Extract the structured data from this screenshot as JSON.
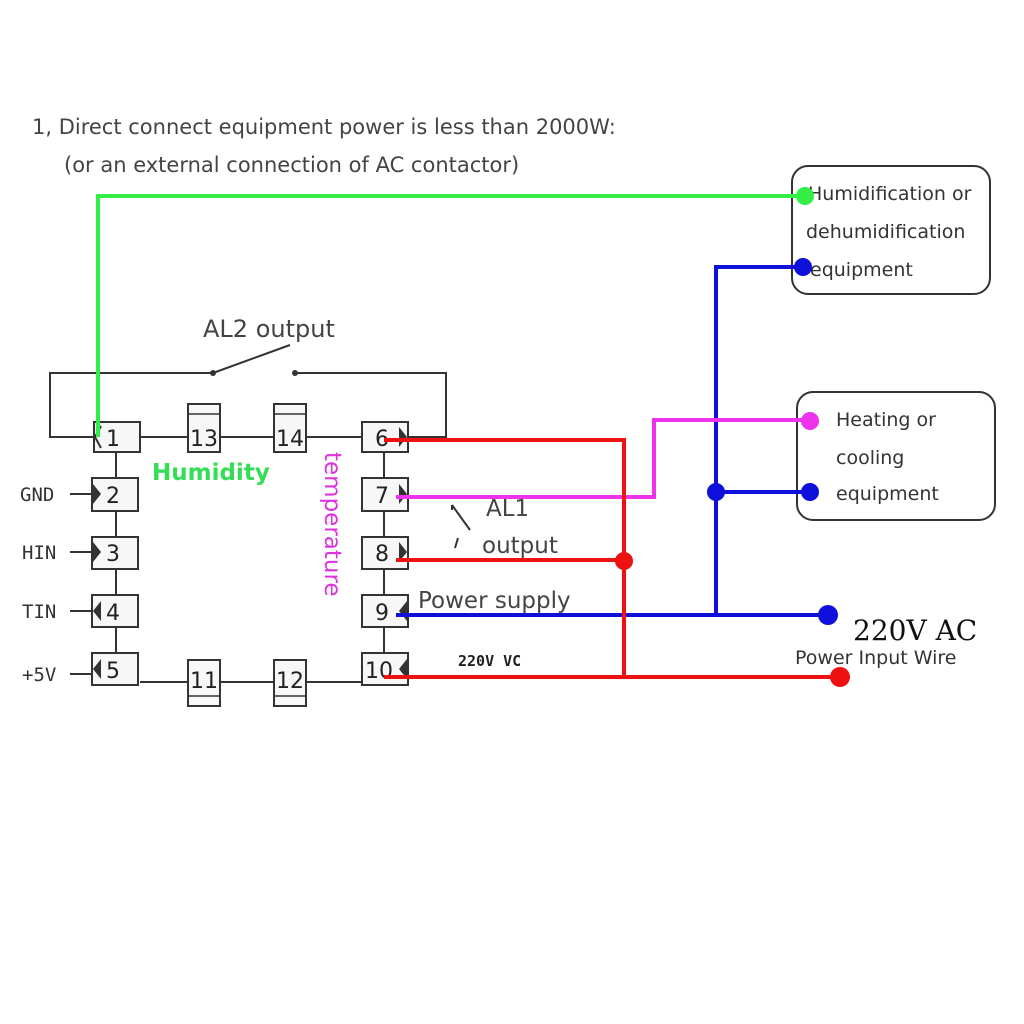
{
  "header": {
    "line1": "1, Direct connect equipment power is less than 2000W:",
    "line2": "(or an external connection of AC contactor)"
  },
  "labels": {
    "al2_output": "AL2 output",
    "humidity": "Humidity",
    "temperature": "temperature",
    "al1": "AL1",
    "al1_output": "output",
    "power_supply": "Power supply",
    "vac_small": "220V VC",
    "vac_big": "220V AC",
    "power_input_wire": "Power Input Wire"
  },
  "pins": {
    "gnd": "GND",
    "hin": "HIN",
    "tin": "TIN",
    "v5": "+5V"
  },
  "terminals": [
    "1",
    "2",
    "3",
    "4",
    "5",
    "6",
    "7",
    "8",
    "9",
    "10",
    "11",
    "12",
    "13",
    "14"
  ],
  "equipment": {
    "humid": [
      "Humidification or",
      "dehumidification",
      "equipment"
    ],
    "heat": [
      "Heating or",
      "cooling",
      "equipment"
    ]
  },
  "colors": {
    "green_wire": "#33ee44",
    "blue_wire": "#1010dd",
    "red_wire": "#ee1111",
    "magenta_wire": "#ee33ee",
    "humidity_text": "#33dd55",
    "temperature_text": "#dd33dd"
  }
}
